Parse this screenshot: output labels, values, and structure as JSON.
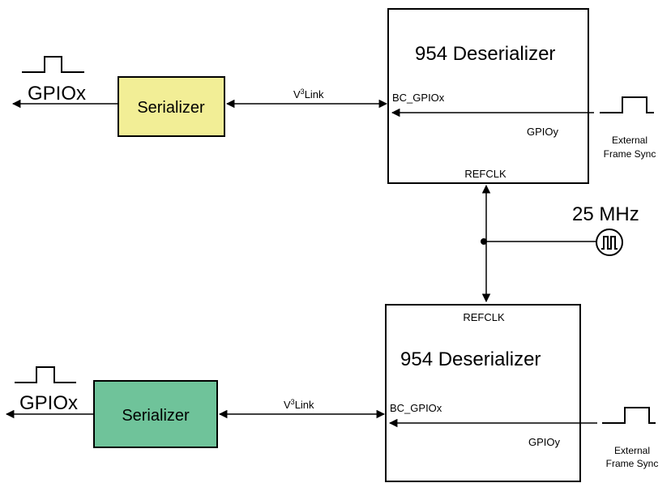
{
  "colors": {
    "serializer_top_fill": "#F2EE96",
    "serializer_bottom_fill": "#6FC39A",
    "line": "#000000",
    "background": "#FFFFFF"
  },
  "top": {
    "gpio_label": "GPIOx",
    "serializer_label": "Serializer",
    "link_label_prefix": "V",
    "link_label_sup": "3",
    "link_label_suffix": "Link",
    "deserializer_title": "954 Deserializer",
    "bc_gpio_label": "BC_GPIOx",
    "gpioy_label": "GPIOy",
    "refclk_label": "REFCLK",
    "frame_sync_line1": "External",
    "frame_sync_line2": "Frame Sync"
  },
  "clock": {
    "label": "25 MHz",
    "icon": "clock-source-icon"
  },
  "bottom": {
    "gpio_label": "GPIOx",
    "serializer_label": "Serializer",
    "link_label_prefix": "V",
    "link_label_sup": "3",
    "link_label_suffix": "Link",
    "deserializer_title": "954 Deserializer",
    "bc_gpio_label": "BC_GPIOx",
    "gpioy_label": "GPIOy",
    "refclk_label": "REFCLK",
    "frame_sync_line1": "External",
    "frame_sync_line2": "Frame Sync"
  }
}
